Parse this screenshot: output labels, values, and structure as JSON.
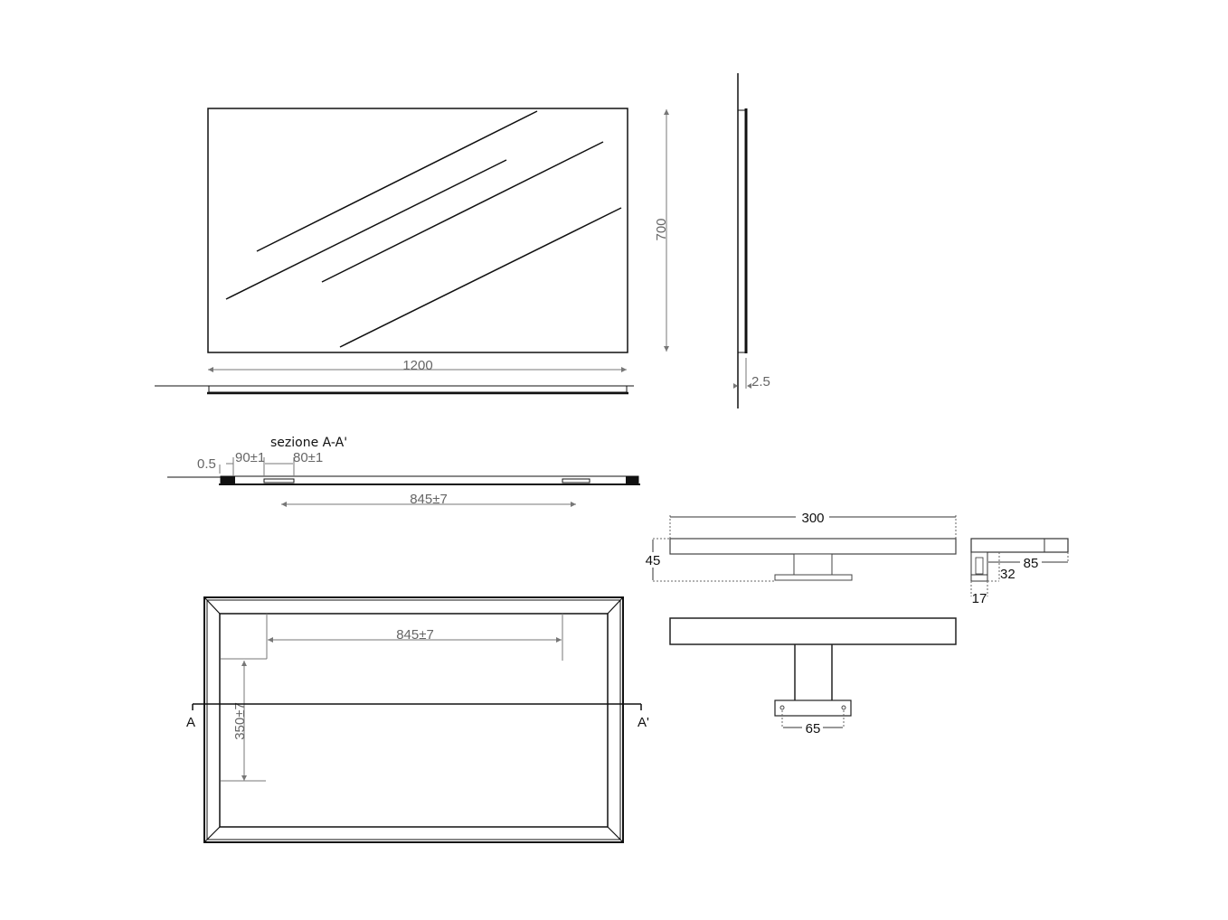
{
  "drawing": {
    "front_view": {
      "width_label": "1200",
      "height_label": "700"
    },
    "side_view": {
      "thickness_label": "2.5"
    },
    "section": {
      "title": "sezione A-A'",
      "edge_label": "0.5",
      "offset_label": "90±1",
      "bracket_width_label": "80±1",
      "bracket_spacing_label": "845±7"
    },
    "back_view": {
      "horizontal_spacing_label": "845±7",
      "vertical_spacing_label": "350±7",
      "section_mark_left": "A",
      "section_mark_right": "A'"
    },
    "lamp": {
      "length_label": "300",
      "height_label": "45",
      "depth_label": "85",
      "mount_height_label": "32",
      "mount_width_label": "17",
      "hole_spacing_label": "65"
    },
    "colors": {
      "line": "#111111",
      "dimension": "#777777",
      "background": "#ffffff"
    }
  }
}
